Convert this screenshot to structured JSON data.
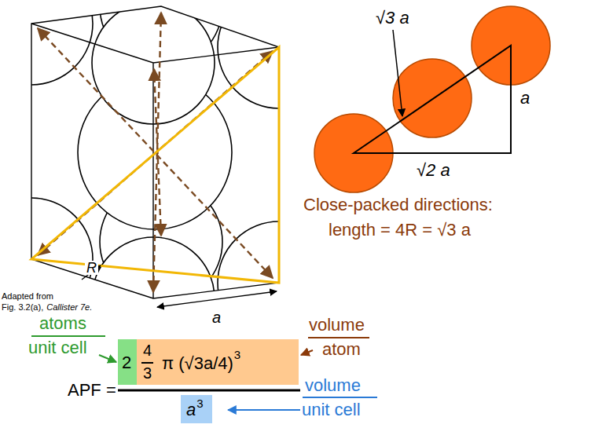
{
  "diagram": {
    "nodes": [
      {
        "text": [
          "2"
        ]
      },
      {
        "text": [
          "4",
          "3",
          "π (√3a/4)",
          "3"
        ]
      },
      {
        "text": [
          "a",
          "3"
        ]
      }
    ],
    "labels": [
      "√3 a",
      "a",
      "√2 a",
      "Close-packed directions:",
      "length = 4R = √3 a",
      "R",
      "a",
      "Adapted from",
      "Fig. 3.2(a),",
      "Callister 7e.",
      "atoms",
      "unit cell",
      "volume",
      "atom",
      "APF =",
      "volume",
      "unit cell"
    ]
  }
}
